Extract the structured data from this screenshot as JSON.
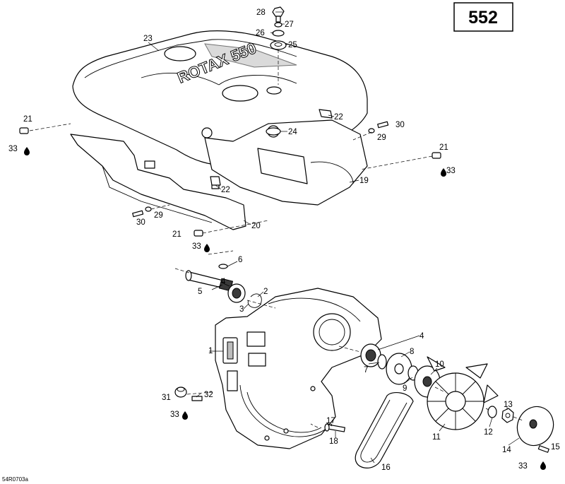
{
  "diagram_number": "552",
  "reference_code": "54R0703a",
  "part_labels": {
    "p1": "1",
    "p2": "2",
    "p3": "3",
    "p4a": "4",
    "p4b": "4",
    "p5": "5",
    "p6": "6",
    "p7": "7",
    "p8": "8",
    "p9": "9",
    "p10": "10",
    "p11": "11",
    "p12": "12",
    "p13": "13",
    "p14": "14",
    "p15": "15",
    "p16": "16",
    "p17": "17",
    "p18": "18",
    "p19": "19",
    "p20": "20",
    "p21a": "21",
    "p21b": "21",
    "p21c": "21",
    "p22a": "22",
    "p22b": "22",
    "p23": "23",
    "p24": "24",
    "p25": "25",
    "p26": "26",
    "p27": "27",
    "p28": "28",
    "p29a": "29",
    "p29b": "29",
    "p30a": "30",
    "p30b": "30",
    "p31": "31",
    "p32": "32",
    "p33a": "33",
    "p33b": "33",
    "p33c": "33",
    "p33d": "33",
    "p33e": "33"
  },
  "engine_cover_text": "ROTAX 550",
  "icons": {
    "adhesive_drop": "black-droplet-icon"
  }
}
